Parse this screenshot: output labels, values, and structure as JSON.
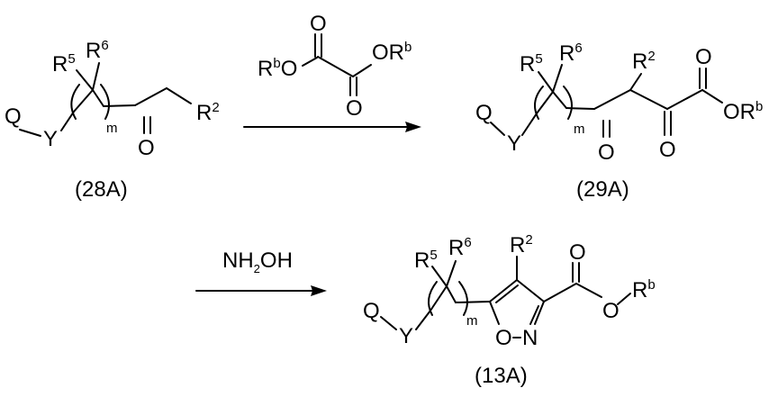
{
  "compounds": {
    "c28A": {
      "label": "(28A)",
      "Q": "Q",
      "Y": "Y",
      "R5": "R",
      "R5_sup": "5",
      "R6": "R",
      "R6_sup": "6",
      "m": "m",
      "O": "O",
      "R2": "R",
      "R2_sup": "2"
    },
    "c29A": {
      "label": "(29A)",
      "Q": "Q",
      "Y": "Y",
      "R5": "R",
      "R5_sup": "5",
      "R6": "R",
      "R6_sup": "6",
      "m": "m",
      "O1": "O",
      "O2": "O",
      "O3": "O",
      "R2": "R",
      "R2_sup": "2",
      "ORb": "OR",
      "ORb_sup": "b"
    },
    "c13A": {
      "label": "(13A)",
      "Q": "Q",
      "Y": "Y",
      "R5": "R",
      "R5_sup": "5",
      "R6": "R",
      "R6_sup": "6",
      "m": "m",
      "R2": "R",
      "R2_sup": "2",
      "O_ring": "O",
      "N_ring": "N",
      "O_carbonyl": "O",
      "O_ester": "O",
      "Rb": "R",
      "Rb_sup": "b"
    }
  },
  "reagents": {
    "oxalate": {
      "left": "R",
      "left_sup": "b",
      "left_O": "O",
      "O_top": "O",
      "O_bottom": "O",
      "right": "OR",
      "right_sup": "b"
    },
    "hydroxylamine": {
      "part1": "NH",
      "sub": "2",
      "part2": "OH"
    }
  }
}
